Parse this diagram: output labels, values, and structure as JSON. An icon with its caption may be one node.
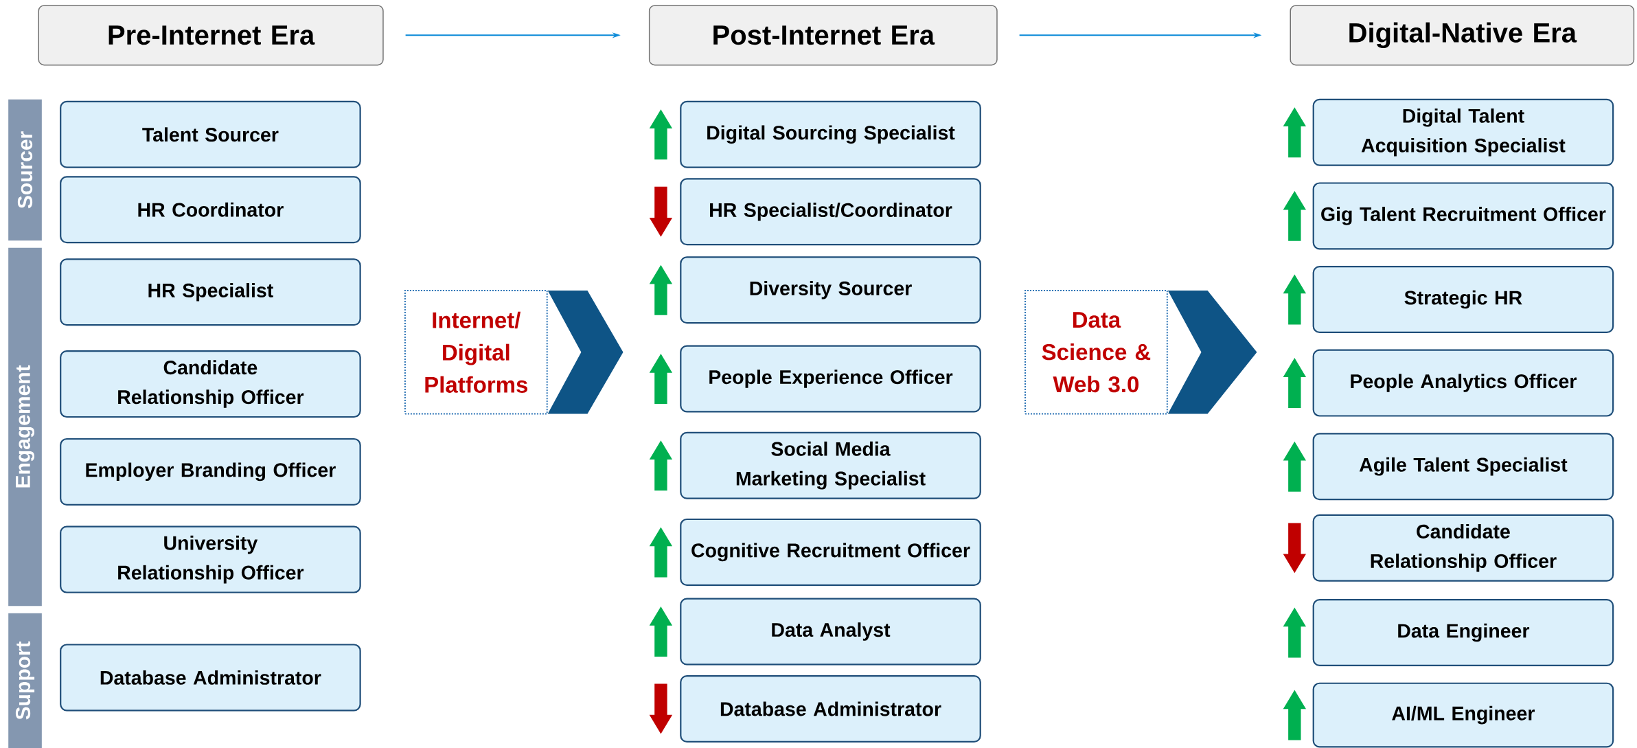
{
  "diagram": {
    "nodes": [
      {
        "text": [
          "Pre-Internet Era"
        ]
      },
      {
        "text": [
          "Post-Internet Era"
        ]
      },
      {
        "text": [
          "Digital-Native Era"
        ]
      },
      {
        "text": [
          "Sourcer"
        ]
      },
      {
        "text": [
          "Engagement"
        ]
      },
      {
        "text": [
          "Support"
        ]
      },
      {
        "text": [
          "Talent Sourcer"
        ]
      },
      {
        "text": [
          "HR Coordinator"
        ]
      },
      {
        "text": [
          "HR Specialist"
        ]
      },
      {
        "text": [
          "Candidate Relationship Officer"
        ]
      },
      {
        "text": [
          "Employer Branding Officer"
        ]
      },
      {
        "text": [
          "University Relationship Officer"
        ]
      },
      {
        "text": [
          "Database Administrator"
        ]
      },
      {
        "text": [
          "Internet/ Digital Platforms"
        ]
      },
      {
        "text": [
          "Digital Sourcing Specialist"
        ]
      },
      {
        "text": [
          "HR Specialist/Coordinator"
        ]
      },
      {
        "text": [
          "Diversity Sourcer"
        ]
      },
      {
        "text": [
          "People Experience Officer"
        ]
      },
      {
        "text": [
          "Social Media Marketing Specialist"
        ]
      },
      {
        "text": [
          "Cognitive Recruitment Officer"
        ]
      },
      {
        "text": [
          "Data Analyst"
        ]
      },
      {
        "text": [
          "Database Administrator"
        ]
      },
      {
        "text": [
          "Data Science & Web 3.0"
        ]
      },
      {
        "text": [
          "Digital Talent Acquisition Specialist"
        ]
      },
      {
        "text": [
          "Gig Talent Recruitment Officer"
        ]
      },
      {
        "text": [
          "Strategic HR"
        ]
      },
      {
        "text": [
          "People Analytics Officer"
        ]
      },
      {
        "text": [
          "Agile Talent Specialist"
        ]
      },
      {
        "text": [
          "Candidate Relationship Officer"
        ]
      },
      {
        "text": [
          "Data Engineer"
        ]
      },
      {
        "text": [
          "AI/ML Engineer"
        ]
      },
      {
        "text": [],
        "shape": "arrow-up"
      },
      {
        "text": [],
        "shape": "arrow-down"
      },
      {
        "text": [],
        "shape": "arrow-up"
      },
      {
        "text": [],
        "shape": "arrow-up"
      },
      {
        "text": [],
        "shape": "arrow-up"
      },
      {
        "text": [],
        "shape": "arrow-up"
      },
      {
        "text": [],
        "shape": "arrow-up"
      },
      {
        "text": [],
        "shape": "arrow-down"
      },
      {
        "text": [],
        "shape": "arrow-up"
      },
      {
        "text": [],
        "shape": "arrow-up"
      },
      {
        "text": [],
        "shape": "arrow-up"
      },
      {
        "text": [],
        "shape": "arrow-up"
      },
      {
        "text": [],
        "shape": "arrow-up"
      },
      {
        "text": [],
        "shape": "arrow-down"
      },
      {
        "text": [],
        "shape": "arrow-up"
      },
      {
        "text": [],
        "shape": "arrow-up"
      }
    ],
    "edges": [
      {
        "from": 0,
        "to": 1,
        "arrow": "to"
      },
      {
        "from": 1,
        "to": 2,
        "arrow": "to"
      },
      {
        "from": 13,
        "to": 33,
        "arrow": "to",
        "style": "thick",
        "color": "#0e5486"
      },
      {
        "from": 22,
        "to": 41,
        "arrow": "to",
        "style": "thick",
        "color": "#0e5486"
      }
    ]
  }
}
